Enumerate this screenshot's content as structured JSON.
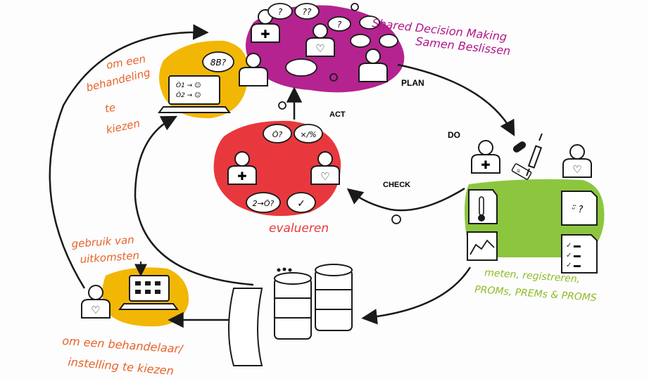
{
  "title": {
    "line1": "Shared Decision Making",
    "line2": "Samen Beslissen"
  },
  "cycle": {
    "plan": "PLAN",
    "do": "DO",
    "check": "CHECK",
    "act": "ACT"
  },
  "notes": {
    "choose_treatment": [
      "om een",
      "behandeling",
      "te",
      "kiezen"
    ],
    "evaluate": "evalueren",
    "measure": [
      "meten, registreren,",
      "PROMs, PREMs & PROMS"
    ],
    "use_outcomes": [
      "gebruik   van",
      "uitkomsten"
    ],
    "choose_provider": [
      "om een behandelaar/",
      "instelling te kiezen"
    ]
  },
  "bubbles": {
    "top_q1": "?",
    "top_q2": "??",
    "top_q3": "?",
    "laptop_bubble": "8B?",
    "eval_left": "Ò?",
    "eval_right": "×/%",
    "eval_bottom_left": "2→Ò?",
    "eval_bottom_right": "✓",
    "sheet_face": "ᵕ̈ ?",
    "pill_label": "≡"
  },
  "laptop_rows": [
    "Ò1 → ☺",
    "Ò2 → ☺"
  ],
  "colors": {
    "magenta": "#b1178a",
    "red": "#e8383d",
    "yellow": "#f2b705",
    "green": "#8cc63f",
    "orange_text": "#e8622a",
    "green_text": "#8dbb2a",
    "ink": "#1a1a1a"
  }
}
